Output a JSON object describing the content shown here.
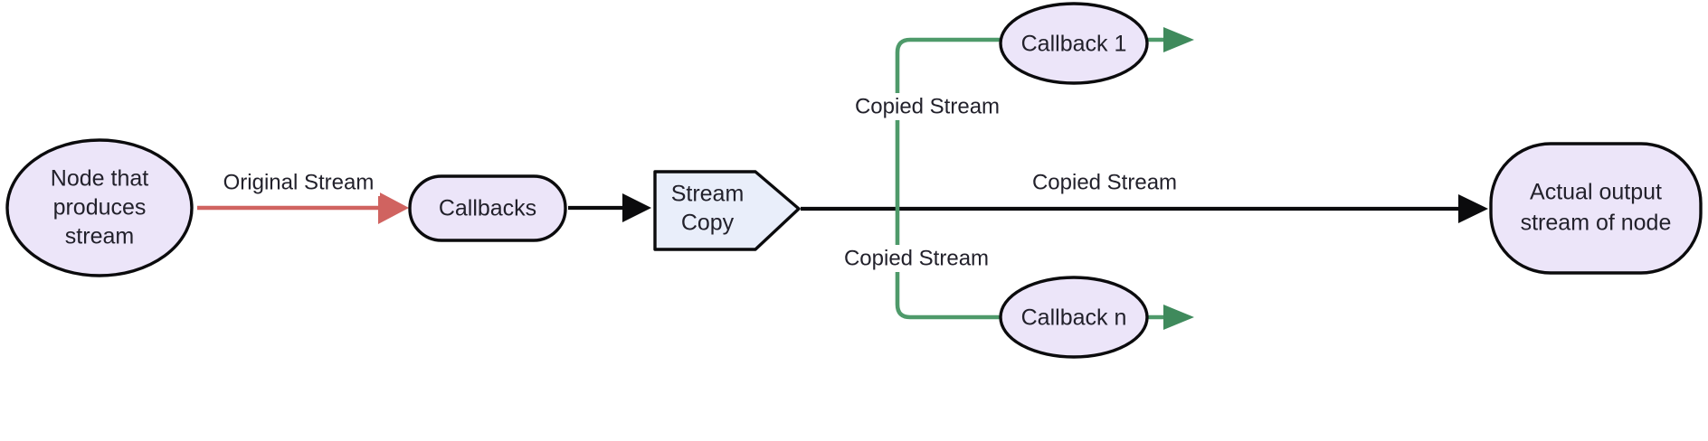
{
  "diagram": {
    "type": "flowchart",
    "direction": "left-to-right",
    "background_color": "#ffffff",
    "title": ""
  },
  "colors": {
    "node_fill_purple": "#ece5f9",
    "node_fill_blue": "#e9eefa",
    "node_stroke": "#0b0b0d",
    "edge_black": "#0b0b0d",
    "edge_red": "#d06360",
    "edge_green": "#4e9a6a",
    "text": "#22212b"
  },
  "nodes": [
    {
      "id": "source",
      "label_lines": [
        "Node that",
        "produces",
        "stream"
      ],
      "line1": "Node that",
      "line2": "produces",
      "line3": "stream",
      "shape": "ellipse",
      "fill": "#ece5f9"
    },
    {
      "id": "callbacks",
      "label": "Callbacks",
      "shape": "stadium",
      "fill": "#ece5f9"
    },
    {
      "id": "streamcopy",
      "label_lines": [
        "Stream",
        "Copy"
      ],
      "line1": "Stream",
      "line2": "Copy",
      "shape": "flag-pentagon",
      "fill": "#e9eefa"
    },
    {
      "id": "callback1",
      "label": "Callback 1",
      "shape": "ellipse",
      "fill": "#ece5f9"
    },
    {
      "id": "callbackn",
      "label": "Callback n",
      "shape": "ellipse",
      "fill": "#ece5f9"
    },
    {
      "id": "output",
      "label_lines": [
        "Actual output",
        "stream of node"
      ],
      "line1": "Actual output",
      "line2": "stream of node",
      "shape": "rounded-rectangle",
      "fill": "#ece5f9"
    }
  ],
  "edges": [
    {
      "id": "edge-source-callbacks",
      "from": "source",
      "to": "callbacks",
      "label": "Original Stream",
      "color": "#d06360",
      "style": "solid-arrow"
    },
    {
      "id": "edge-callbacks-streamcopy",
      "from": "callbacks",
      "to": "streamcopy",
      "label": "",
      "color": "#0b0b0d",
      "style": "solid-arrow"
    },
    {
      "id": "edge-streamcopy-callback1",
      "from": "streamcopy",
      "to": "callback1",
      "label": "Copied Stream",
      "color": "#4e9a6a",
      "style": "elbow-arrow-up"
    },
    {
      "id": "edge-streamcopy-callbackn",
      "from": "streamcopy",
      "to": "callbackn",
      "label": "Copied Stream",
      "color": "#4e9a6a",
      "style": "elbow-arrow-down"
    },
    {
      "id": "edge-streamcopy-output",
      "from": "streamcopy",
      "to": "output",
      "label": "Copied Stream",
      "color": "#0b0b0d",
      "style": "solid-arrow"
    }
  ]
}
